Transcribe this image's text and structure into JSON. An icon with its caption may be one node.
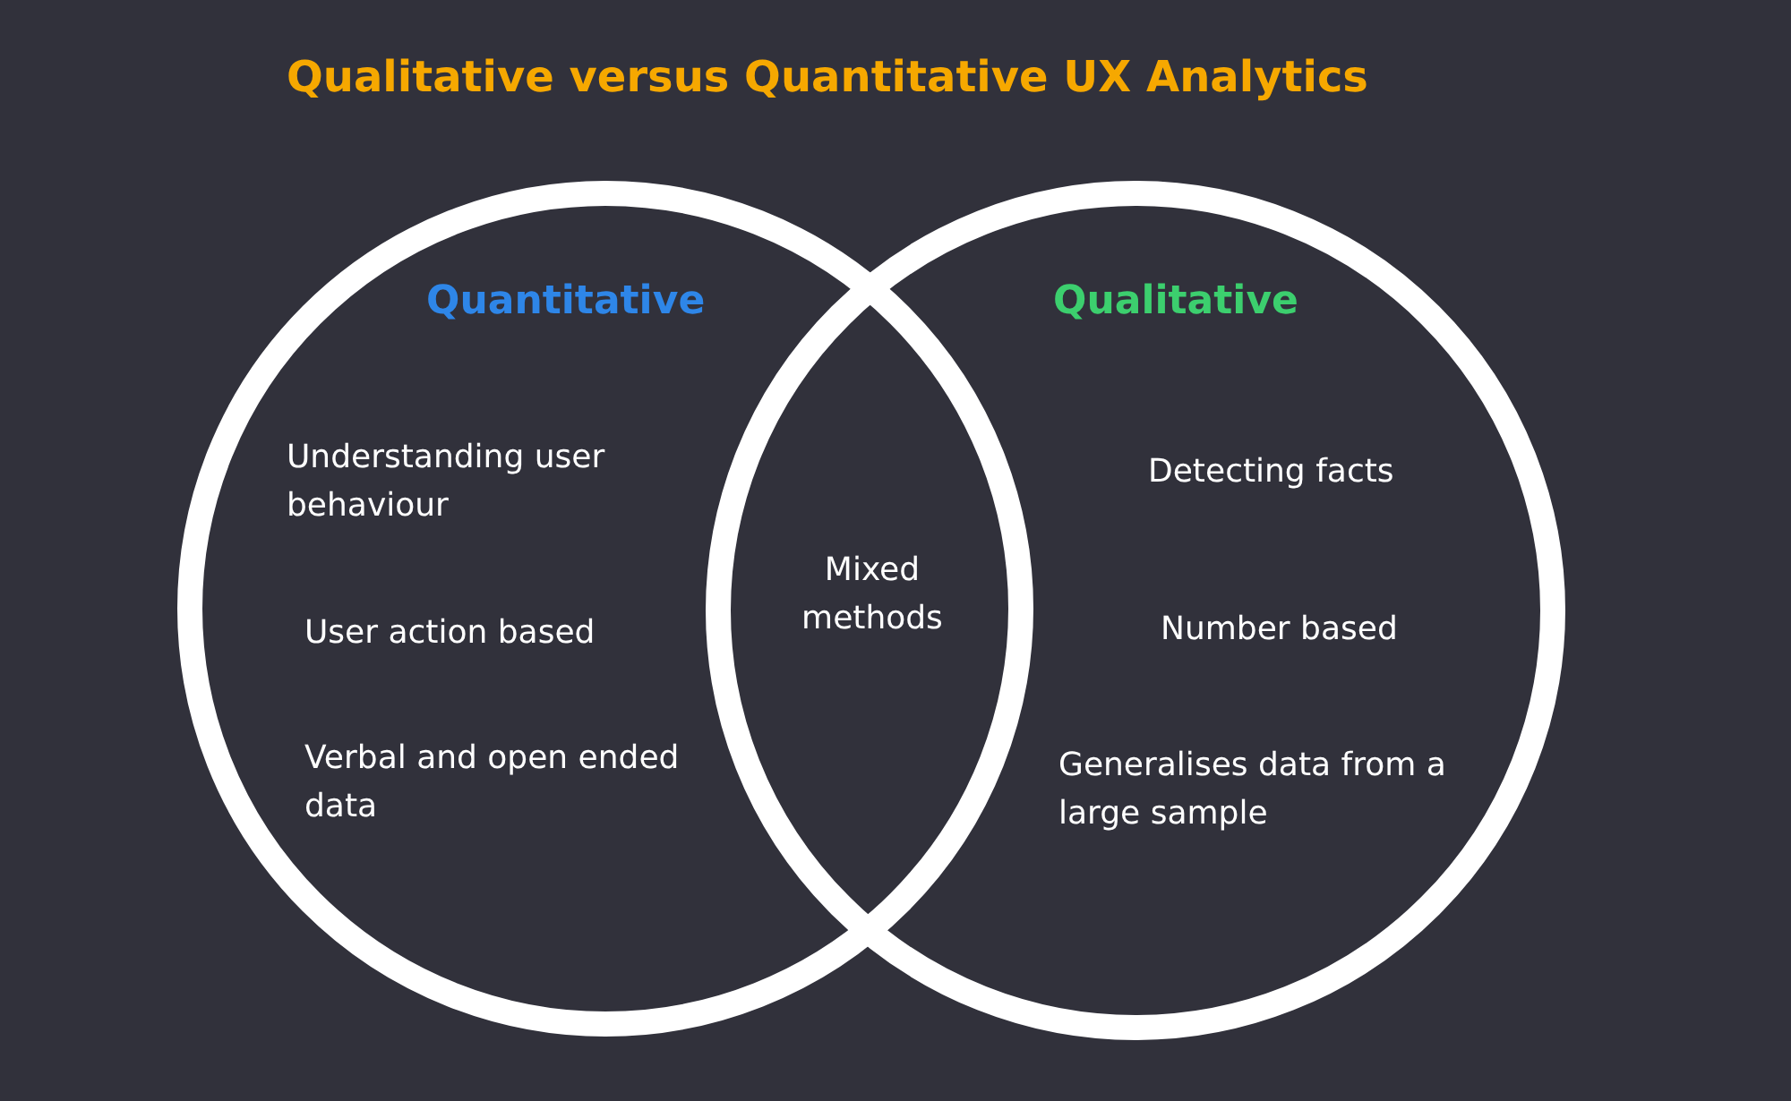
{
  "diagram": {
    "title": "Qualitative versus Quantitative UX Analytics",
    "nodes": [
      {
        "text": [
          "Quantitative",
          "Understanding user behaviour",
          "User action based",
          "Verbal and open ended data"
        ]
      },
      {
        "text": [
          "Qualitative",
          "Detecting facts",
          "Number based",
          "Generalises data from a large sample"
        ]
      }
    ],
    "edges": [],
    "labels": [
      "Mixed methods"
    ]
  }
}
